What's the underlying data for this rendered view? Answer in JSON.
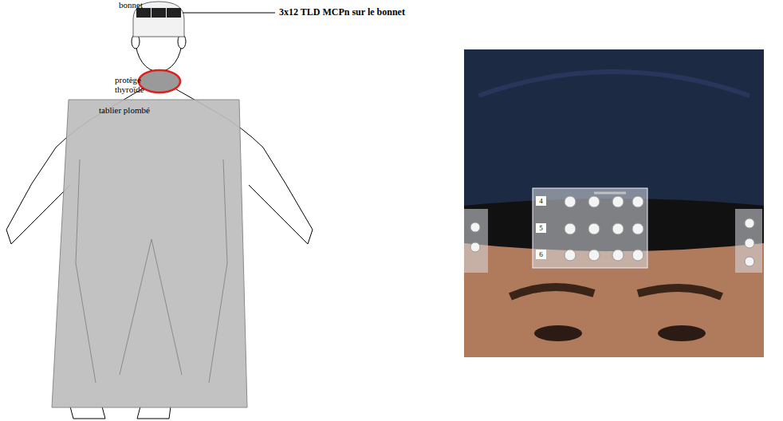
{
  "diagram": {
    "nodes": [
      {
        "text": [
          "bonnet"
        ]
      },
      {
        "text": [
          "protège thyroïde"
        ]
      },
      {
        "text": [
          "tablier plombé"
        ]
      }
    ],
    "labels": [
      "3x12 TLD MCPn sur le bonnet",
      "4",
      "5",
      "6"
    ]
  }
}
